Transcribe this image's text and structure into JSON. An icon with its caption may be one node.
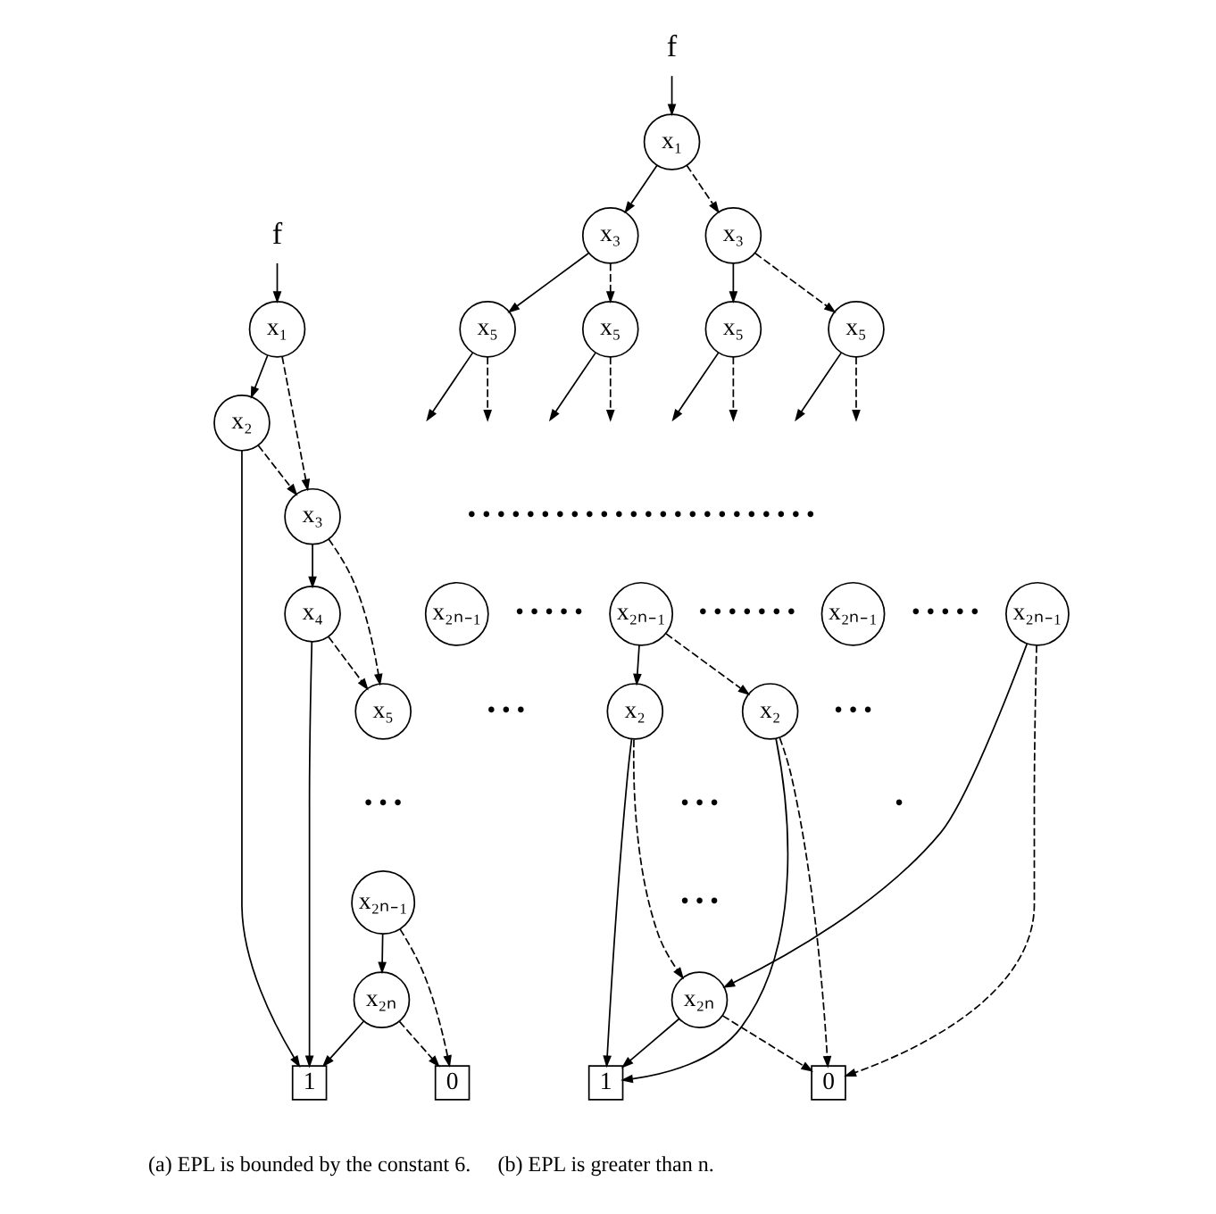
{
  "diagram": {
    "nodes": [
      {
        "text": [
          "f"
        ]
      },
      {
        "text": [
          "x₁"
        ]
      },
      {
        "text": [
          "x₂"
        ]
      },
      {
        "text": [
          "x₃"
        ]
      },
      {
        "text": [
          "x₄"
        ]
      },
      {
        "text": [
          "x₅"
        ]
      },
      {
        "text": [
          "x₂ₙ₋₁"
        ]
      },
      {
        "text": [
          "x₂ₙ"
        ]
      },
      {
        "text": [
          "1"
        ]
      },
      {
        "text": [
          "0"
        ]
      },
      {
        "text": [
          "f"
        ]
      },
      {
        "text": [
          "x₁"
        ]
      },
      {
        "text": [
          "x₃"
        ]
      },
      {
        "text": [
          "x₃"
        ]
      },
      {
        "text": [
          "x₅"
        ]
      },
      {
        "text": [
          "x₅"
        ]
      },
      {
        "text": [
          "x₅"
        ]
      },
      {
        "text": [
          "x₅"
        ]
      },
      {
        "text": [
          "x₂ₙ₋₁"
        ]
      },
      {
        "text": [
          "x₂ₙ₋₁"
        ]
      },
      {
        "text": [
          "x₂ₙ₋₁"
        ]
      },
      {
        "text": [
          "x₂ₙ₋₁"
        ]
      },
      {
        "text": [
          "x₂"
        ]
      },
      {
        "text": [
          "x₂"
        ]
      },
      {
        "text": [
          "x₂ₙ"
        ]
      },
      {
        "text": [
          "1"
        ]
      },
      {
        "text": [
          "0"
        ]
      }
    ],
    "edges": [
      {
        "from": 0,
        "to": 1,
        "arrow": "to"
      },
      {
        "from": 1,
        "to": 2,
        "arrow": "to"
      },
      {
        "from": 1,
        "to": 3,
        "arrow": "to",
        "style": "dashed"
      },
      {
        "from": 2,
        "to": 8,
        "arrow": "to"
      },
      {
        "from": 2,
        "to": 3,
        "arrow": "to",
        "style": "dashed"
      },
      {
        "from": 3,
        "to": 4,
        "arrow": "to"
      },
      {
        "from": 3,
        "to": 5,
        "arrow": "to",
        "style": "dashed"
      },
      {
        "from": 4,
        "to": 8,
        "arrow": "to"
      },
      {
        "from": 4,
        "to": 5,
        "arrow": "to",
        "style": "dashed"
      },
      {
        "from": 6,
        "to": 7,
        "arrow": "to"
      },
      {
        "from": 6,
        "to": 9,
        "arrow": "to",
        "style": "dashed"
      },
      {
        "from": 7,
        "to": 8,
        "arrow": "to"
      },
      {
        "from": 7,
        "to": 9,
        "arrow": "to",
        "style": "dashed"
      },
      {
        "from": 10,
        "to": 11,
        "arrow": "to"
      },
      {
        "from": 11,
        "to": 12,
        "arrow": "to"
      },
      {
        "from": 11,
        "to": 13,
        "arrow": "to",
        "style": "dashed"
      },
      {
        "from": 12,
        "to": 14,
        "arrow": "to"
      },
      {
        "from": 12,
        "to": 15,
        "arrow": "to",
        "style": "dashed"
      },
      {
        "from": 13,
        "to": 16,
        "arrow": "to"
      },
      {
        "from": 13,
        "to": 17,
        "arrow": "to",
        "style": "dashed"
      },
      {
        "from": 14,
        "to": null,
        "arrow": "to"
      },
      {
        "from": 14,
        "to": null,
        "arrow": "to",
        "style": "dashed"
      },
      {
        "from": 15,
        "to": null,
        "arrow": "to"
      },
      {
        "from": 15,
        "to": null,
        "arrow": "to",
        "style": "dashed"
      },
      {
        "from": 16,
        "to": null,
        "arrow": "to"
      },
      {
        "from": 16,
        "to": null,
        "arrow": "to",
        "style": "dashed"
      },
      {
        "from": 17,
        "to": null,
        "arrow": "to"
      },
      {
        "from": 17,
        "to": null,
        "arrow": "to",
        "style": "dashed"
      },
      {
        "from": 19,
        "to": 22,
        "arrow": "to"
      },
      {
        "from": 19,
        "to": 23,
        "arrow": "to",
        "style": "dashed"
      },
      {
        "from": 21,
        "to": 24,
        "arrow": "to"
      },
      {
        "from": 21,
        "to": 26,
        "arrow": "to",
        "style": "dashed"
      },
      {
        "from": 22,
        "to": 25,
        "arrow": "to"
      },
      {
        "from": 22,
        "to": 24,
        "arrow": "to",
        "style": "dashed"
      },
      {
        "from": 23,
        "to": 25,
        "arrow": "to"
      },
      {
        "from": 23,
        "to": 26,
        "arrow": "to",
        "style": "dashed"
      },
      {
        "from": 24,
        "to": 25,
        "arrow": "to"
      },
      {
        "from": 24,
        "to": 26,
        "arrow": "to",
        "style": "dashed"
      }
    ],
    "labels": [
      "• • •",
      "• • • • • • • • • • • • • • • • • • • • • • • •",
      "• • • • •",
      "• • • • • • •",
      "• • • • •",
      "• • •",
      "• • •",
      "• • •",
      "•",
      "• • •",
      "(a) EPL is bounded by the constant 6.",
      "(b) EPL is greater than n."
    ]
  }
}
